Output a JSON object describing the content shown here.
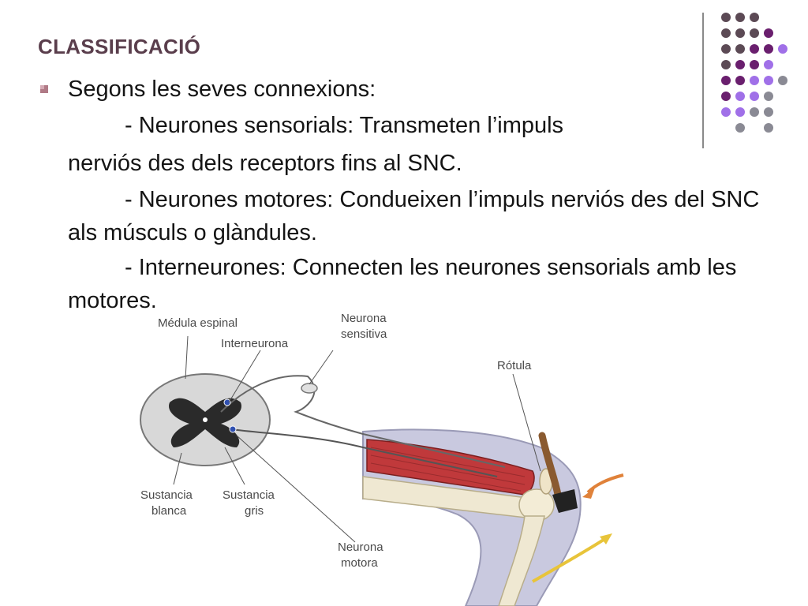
{
  "slide": {
    "title": "CLASSIFICACIÓ",
    "subtitle": "Segons les seves connexions:",
    "lines": [
      "- Neurones sensorials: Transmeten l’impuls",
      "nerviós des dels receptors fins al SNC.",
      "- Neurones motores: Condueixen l’impuls nerviós des del SNC als músculs o glàndules.",
      "- Interneurones: Connecten les neurones sensorials amb les motores."
    ]
  },
  "diagram": {
    "labels": {
      "medula": "Médula espinal",
      "interneurona": "Interneurona",
      "neurona_sensitiva_1": "Neurona",
      "neurona_sensitiva_2": "sensitiva",
      "rotula": "Rótula",
      "sustancia_blanca_1": "Sustancia",
      "sustancia_blanca_2": "blanca",
      "sustancia_gris_1": "Sustancia",
      "sustancia_gris_2": "gris",
      "neurona_motora_1": "Neurona",
      "neurona_motora_2": "motora"
    }
  },
  "decoration": {
    "dot_colors": [
      "#5c4a55",
      "#6a1f6e",
      "#a070e8",
      "#8a8a94"
    ]
  }
}
